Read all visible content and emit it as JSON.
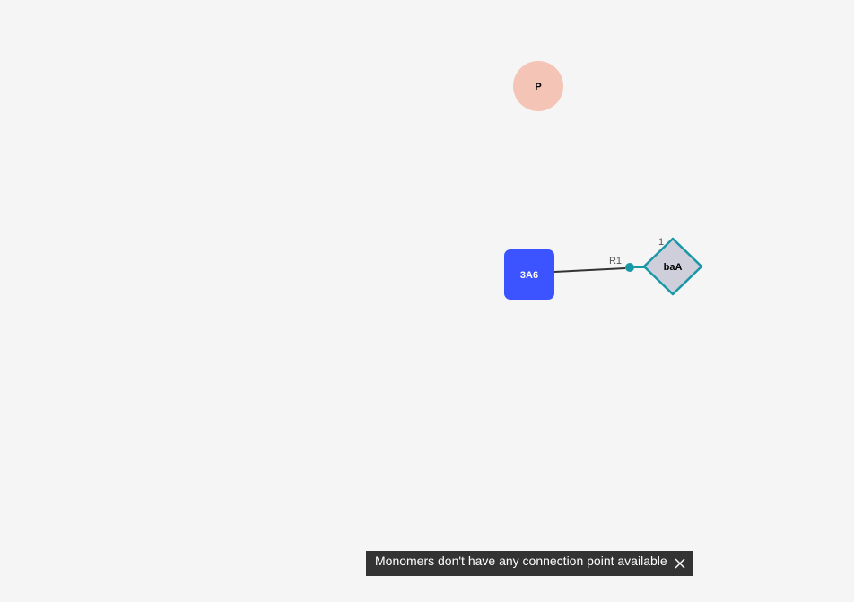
{
  "canvas": {
    "monomers": [
      {
        "id": "phosphate",
        "label": "P",
        "shape": "circle",
        "fill": "#f4c4b6",
        "text_color": "#000000"
      },
      {
        "id": "sugar",
        "label": "3A6",
        "shape": "rounded-square",
        "fill": "#3c54ff",
        "text_color": "#ffffff"
      },
      {
        "id": "base",
        "label": "baA",
        "shape": "diamond",
        "fill": "#cfcfdb",
        "stroke": "#1898a6",
        "text_color": "#000000",
        "number": "1"
      }
    ],
    "attachment_point": {
      "label": "R1",
      "color": "#1898a6"
    },
    "bond_color": "#333333"
  },
  "toast": {
    "message": "Monomers don't have any connection point available",
    "close_icon": "close-icon",
    "background": "#333333"
  }
}
